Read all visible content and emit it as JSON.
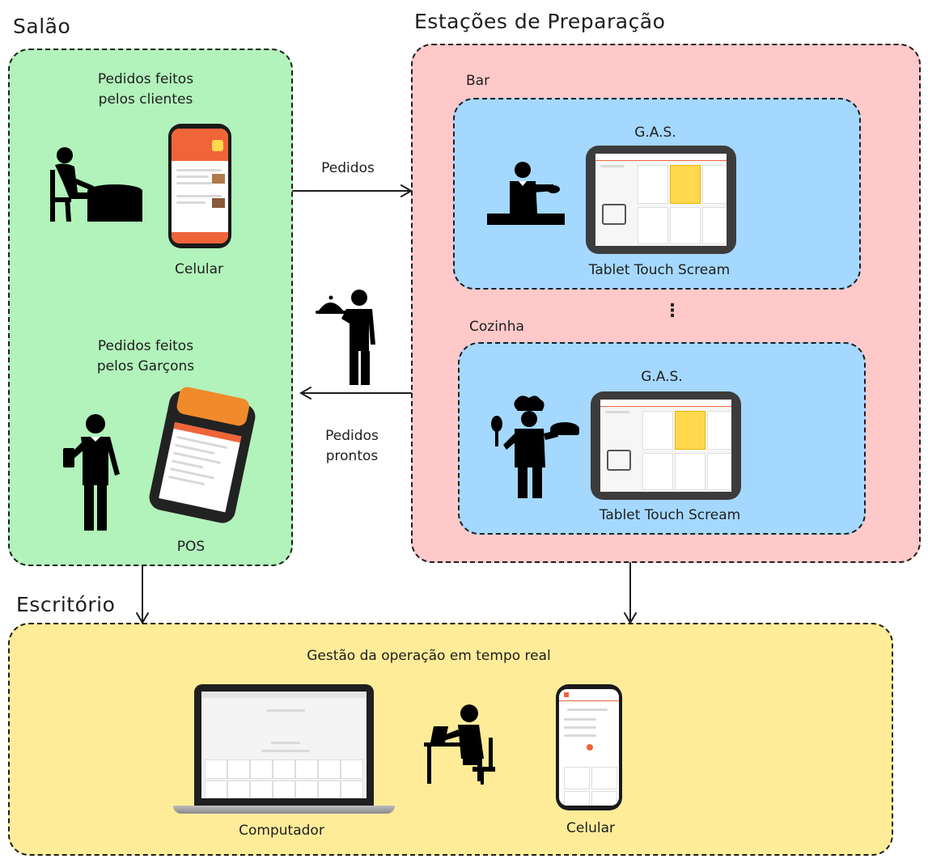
{
  "sections": {
    "salao": "Salão",
    "estacoes": "Estações de Preparação",
    "escritorio": "Escritório"
  },
  "salao": {
    "clientes_label_l1": "Pedidos feitos",
    "clientes_label_l2": "pelos clientes",
    "celular_label": "Celular",
    "garcons_label_l1": "Pedidos feitos",
    "garcons_label_l2": "pelos Garçons",
    "pos_label": "POS"
  },
  "estacoes": {
    "bar_label": "Bar",
    "cozinha_label": "Cozinha",
    "gas_bar": "G.A.S.",
    "gas_cozinha": "G.A.S.",
    "tablet_bar": "Tablet Touch Scream",
    "tablet_cozinha": "Tablet Touch Scream",
    "ellipsis": "⋮"
  },
  "arrows": {
    "pedidos": "Pedidos",
    "pedidos_prontos_l1": "Pedidos",
    "pedidos_prontos_l2": "prontos"
  },
  "escritorio": {
    "title": "Gestão da operação em tempo real",
    "computador_label": "Computador",
    "celular_label": "Celular"
  },
  "colors": {
    "salao_bg": "#b2f2bb",
    "estacoes_bg": "#ffc9c9",
    "station_bg": "#a5d8ff",
    "escritorio_bg": "#ffec99",
    "accent_orange": "#f0643a"
  }
}
